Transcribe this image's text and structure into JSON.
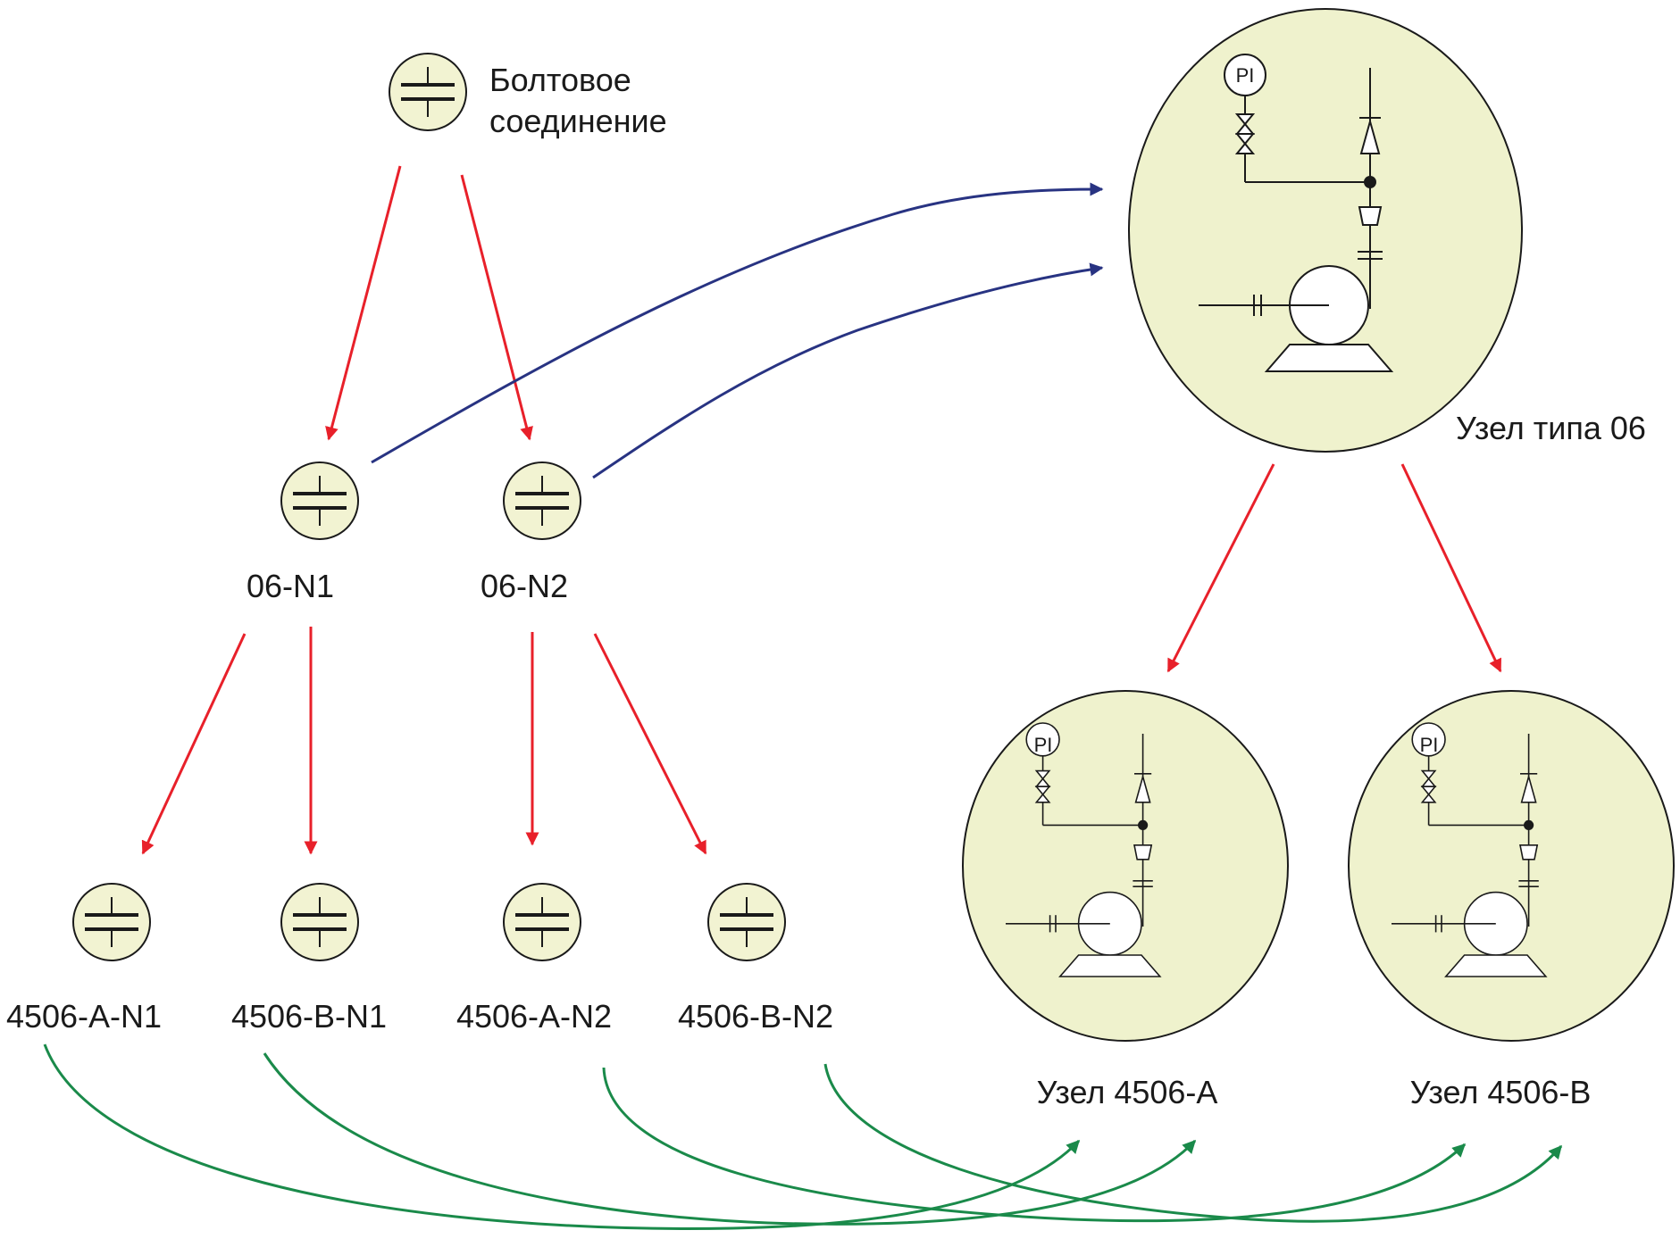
{
  "legend": {
    "line1": "Болтовое",
    "line2": "соединение"
  },
  "nodes": {
    "n1": "06-N1",
    "n2": "06-N2",
    "a_n1": "4506-A-N1",
    "b_n1": "4506-B-N1",
    "a_n2": "4506-A-N2",
    "b_n2": "4506-B-N2"
  },
  "assemblies": {
    "type06": "Узел типа 06",
    "a": "Узел 4506-A",
    "b": "Узел 4506-B",
    "pi_label": "PI"
  },
  "colors": {
    "red_arrow": "#e8202a",
    "blue_arrow": "#283382",
    "green_arrow": "#1a8a4a",
    "node_fill": "#f2f3d2",
    "assembly_fill": "#eff2cd",
    "stroke": "#1a1a1a"
  }
}
